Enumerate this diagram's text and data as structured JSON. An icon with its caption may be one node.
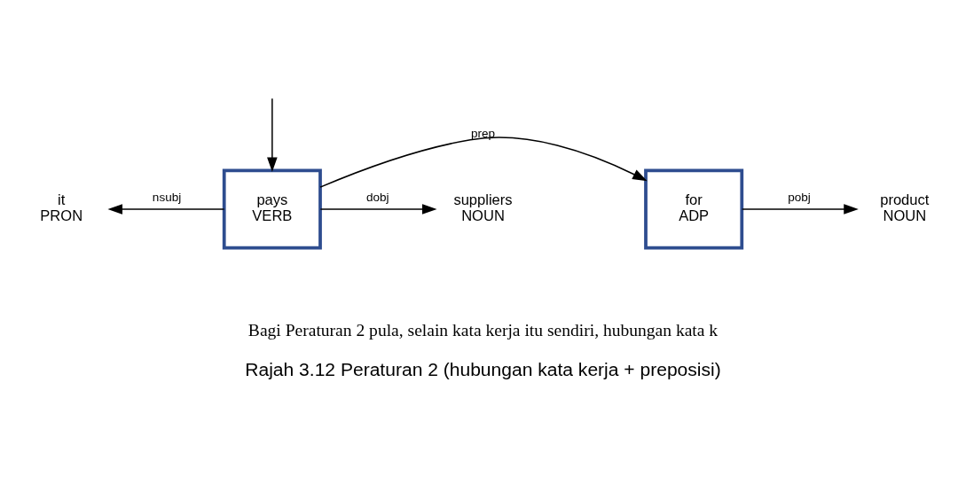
{
  "diagram": {
    "caption": "Rajah 3.12 Peraturan 2 (hubungan kata kerja + preposisi)",
    "nodes": [
      {
        "text": [
          "it",
          "PRON"
        ]
      },
      {
        "text": [
          "pays",
          "VERB"
        ]
      },
      {
        "text": [
          "suppliers",
          "NOUN"
        ]
      },
      {
        "text": [
          "for",
          "ADP"
        ]
      },
      {
        "text": [
          "product",
          "NOUN"
        ]
      }
    ],
    "edges": [
      {
        "from": null,
        "to": 1,
        "arrow": "to"
      },
      {
        "from": 1,
        "to": 0,
        "arrow": "to",
        "label": "nsubj"
      },
      {
        "from": 1,
        "to": 2,
        "arrow": "to",
        "label": "dobj"
      },
      {
        "from": 1,
        "to": 3,
        "arrow": "to",
        "label": "prep"
      },
      {
        "from": 3,
        "to": 4,
        "arrow": "to",
        "label": "pobj"
      }
    ],
    "labels": [
      "Bagi Peraturan 2 pula, selain kata kerja itu sendiri, hubungan kata k"
    ]
  }
}
